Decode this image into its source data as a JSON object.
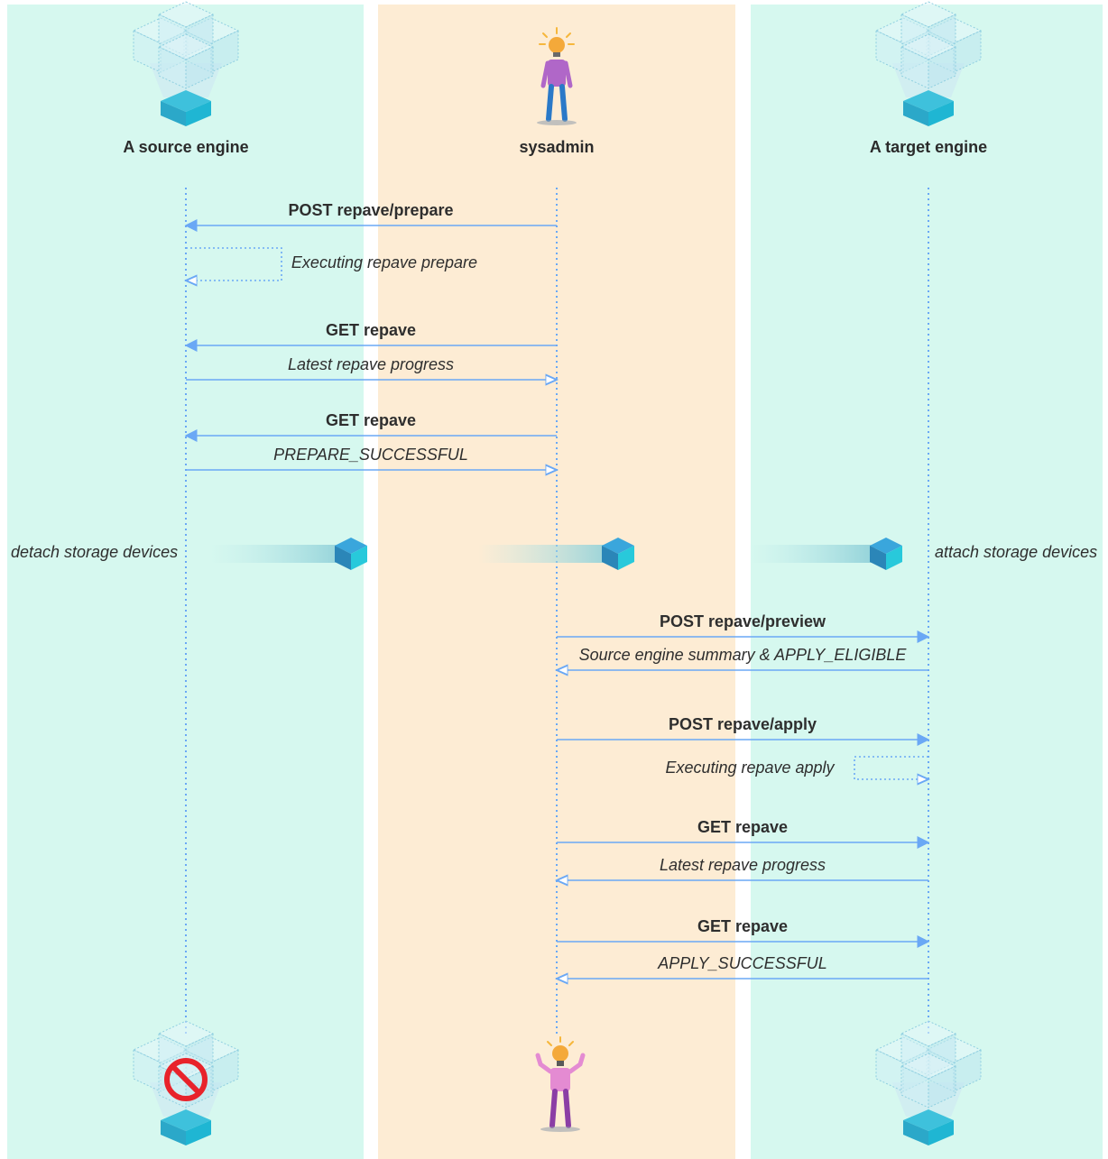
{
  "actors": {
    "source": "A source engine",
    "sysadmin": "sysadmin",
    "target": "A target engine"
  },
  "messages": [
    {
      "text": "POST repave/prepare",
      "style": "bold"
    },
    {
      "text": "Executing repave prepare",
      "style": "italic"
    },
    {
      "text": "GET repave",
      "style": "bold"
    },
    {
      "text": "Latest repave progress",
      "style": "italic"
    },
    {
      "text": "GET repave",
      "style": "bold"
    },
    {
      "text": "PREPARE_SUCCESSFUL",
      "style": "italic"
    },
    {
      "text": "POST repave/preview",
      "style": "bold"
    },
    {
      "text": "Source engine summary & APPLY_ELIGIBLE",
      "style": "italic"
    },
    {
      "text": "POST repave/apply",
      "style": "bold"
    },
    {
      "text": "Executing repave apply",
      "style": "italic"
    },
    {
      "text": "GET repave",
      "style": "bold"
    },
    {
      "text": "Latest repave progress",
      "style": "italic"
    },
    {
      "text": "GET repave",
      "style": "bold"
    },
    {
      "text": "APPLY_SUCCESSFUL",
      "style": "italic"
    }
  ],
  "notes": {
    "detach": "detach storage devices",
    "attach": "attach storage devices"
  },
  "colors": {
    "lane_green": "#d6f8ef",
    "lane_orange": "#fdecd4",
    "arrow": "#6aa8f5",
    "cube_top": "#3aa6dc",
    "cube_side": "#22c4d8",
    "stop_sign": "#e8232b"
  },
  "icons": [
    "server-cluster-icon",
    "person-idea-icon",
    "storage-block-icon",
    "disabled-icon",
    "person-celebrating-icon"
  ]
}
